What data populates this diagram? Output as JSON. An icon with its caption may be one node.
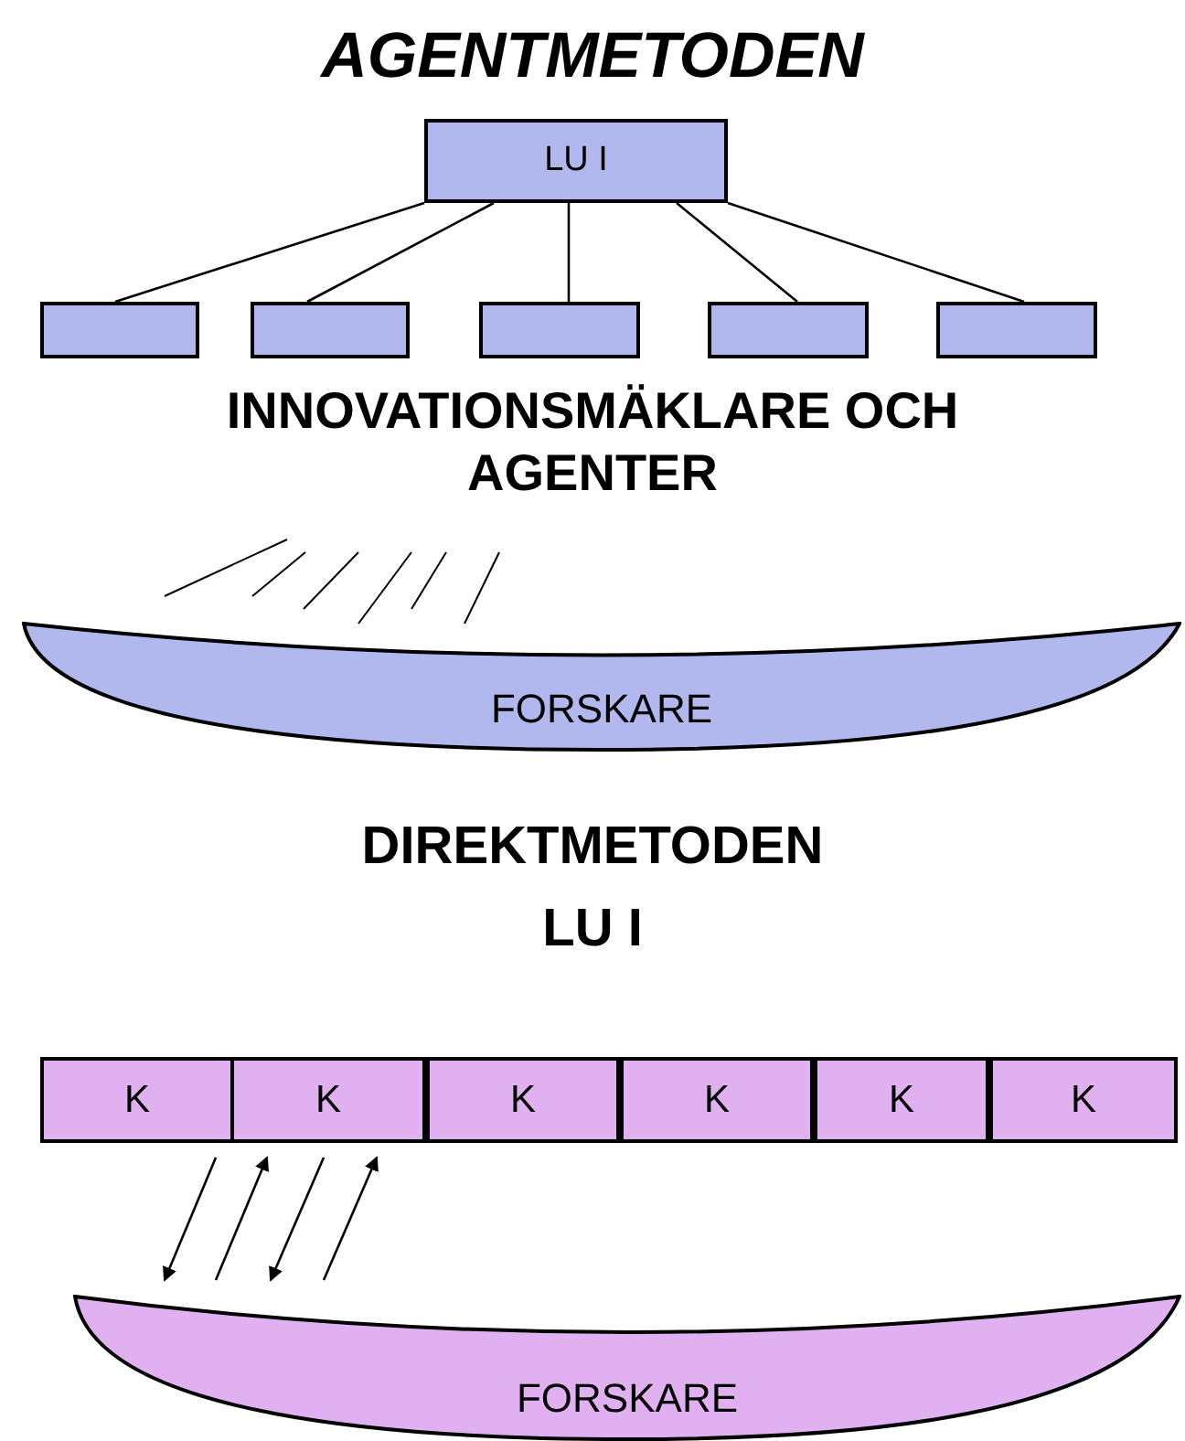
{
  "diagram": {
    "title": "AGENTMETODEN",
    "nodes": [
      {
        "text": [
          "LU I"
        ]
      },
      {
        "text": [],
        "shape": "box"
      },
      {
        "text": [],
        "shape": "box"
      },
      {
        "text": [],
        "shape": "box"
      },
      {
        "text": [],
        "shape": "box"
      },
      {
        "text": [],
        "shape": "box"
      },
      {
        "text": [
          "FORSKARE"
        ]
      },
      {
        "text": [
          "K"
        ]
      },
      {
        "text": [
          "K"
        ]
      },
      {
        "text": [
          "K"
        ]
      },
      {
        "text": [
          "K"
        ]
      },
      {
        "text": [
          "K"
        ]
      },
      {
        "text": [
          "K"
        ]
      },
      {
        "text": [
          "FORSKARE"
        ]
      }
    ],
    "edges": [
      {
        "from": 0,
        "to": 1,
        "arrow": "none"
      },
      {
        "from": 0,
        "to": 2,
        "arrow": "none"
      },
      {
        "from": 0,
        "to": 3,
        "arrow": "none"
      },
      {
        "from": 0,
        "to": 4,
        "arrow": "none"
      },
      {
        "from": 0,
        "to": 5,
        "arrow": "none"
      },
      {
        "from": 7,
        "to": 13,
        "arrow": "to"
      },
      {
        "from": 13,
        "to": 8,
        "arrow": "to"
      },
      {
        "from": 8,
        "to": 13,
        "arrow": "to"
      },
      {
        "from": 13,
        "to": 8,
        "arrow": "to"
      }
    ],
    "labels": [
      "INNOVATIONSMÄKLARE OCH AGENTER",
      "DIREKTMETODEN",
      "LU I"
    ]
  }
}
